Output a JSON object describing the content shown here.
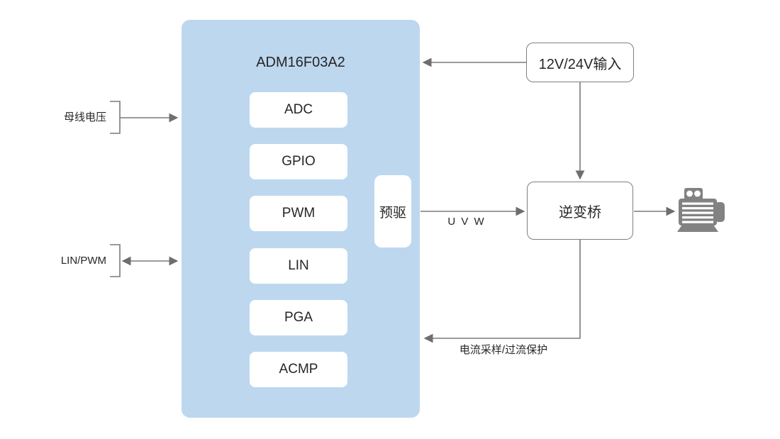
{
  "chip": {
    "name": "ADM16F03A2",
    "function_blocks": [
      "ADC",
      "GPIO",
      "PWM",
      "LIN",
      "PGA",
      "ACMP"
    ],
    "predriver_label": "预驱"
  },
  "left_signals": [
    {
      "label": "母线电压",
      "direction": "input"
    },
    {
      "label": "LIN/PWM",
      "direction": "bidirectional"
    }
  ],
  "power_box": {
    "label": "12V/24V输入"
  },
  "inverter_box": {
    "label": "逆变桥"
  },
  "connection_labels": {
    "phase_output": "U V W",
    "current_feedback": "电流采样/过流保护"
  },
  "icons": {
    "motor": "motor-icon"
  },
  "colors": {
    "chip_fill": "#BDD7EE",
    "block_fill": "#FFFFFF",
    "wire": "#7A7A7A",
    "box_border": "#7F7F7F",
    "motor_gray": "#828282",
    "text": "#262626"
  }
}
